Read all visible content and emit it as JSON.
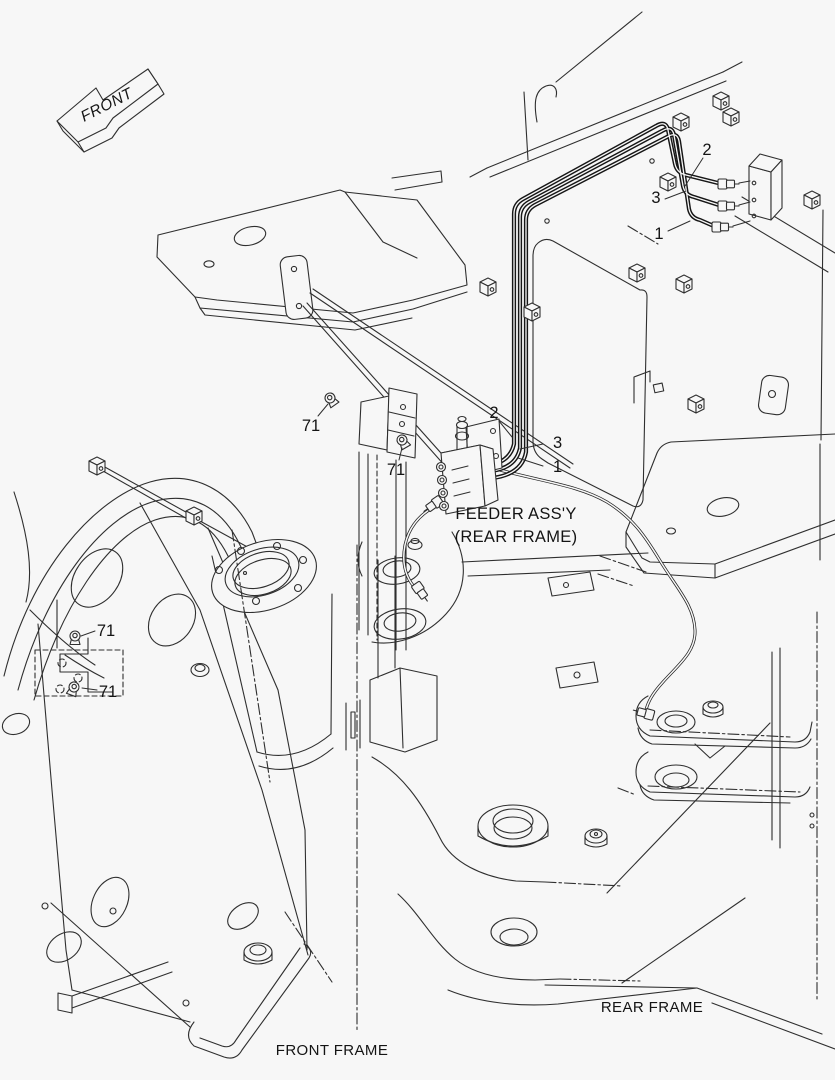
{
  "page": {
    "background_color": "#f7f7f7",
    "line_color": "#2f2f2f",
    "type": "parts-assembly-diagram"
  },
  "direction_arrow": {
    "label": "FRONT"
  },
  "callouts": {
    "hose2_top": "2",
    "hose3_top": "3",
    "hose1_top": "1",
    "hose2_mid": "2",
    "hose3_mid": "3",
    "hose1_mid": "1",
    "bolt71_bracket_left": "71",
    "bolt71_bracket_right": "71",
    "bolt71_frame_upper": "71",
    "bolt71_frame_lower": "71"
  },
  "annotations": {
    "feeder_assy_line1": "FEEDER ASS'Y",
    "feeder_assy_line2": "(REAR FRAME)",
    "front_frame": "FRONT FRAME",
    "rear_frame": "REAR FRAME"
  },
  "symbols": {
    "clamp_cube": "hose-clamp-cube-icon",
    "bolt": "bolt-head-icon",
    "fitting": "hose-fitting-icon"
  }
}
